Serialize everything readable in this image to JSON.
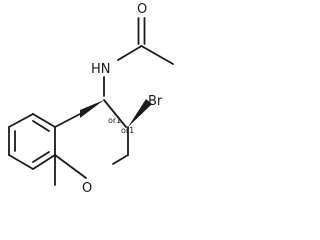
{
  "molecule": {
    "atoms": {
      "carbonyl_oxygen": "O",
      "amide_nitrogen": "HN",
      "bromine": "Br",
      "ring_oxygen": "O"
    },
    "stereo_flags": {
      "c4": "or1",
      "c3": "or1"
    }
  }
}
